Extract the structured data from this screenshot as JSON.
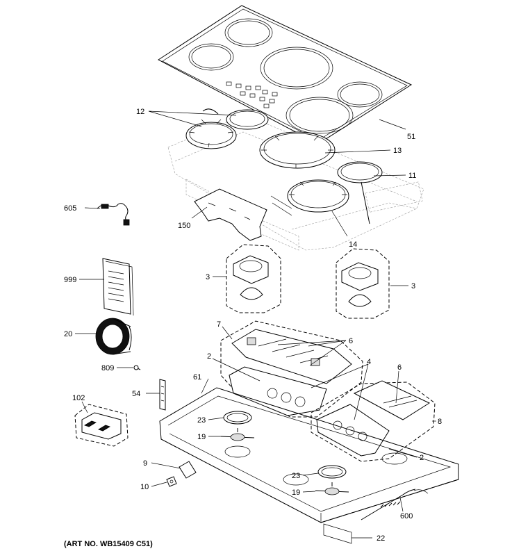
{
  "art_number": "(ART NO. WB15409 C51)",
  "callouts": {
    "c12": "12",
    "c51": "51",
    "c13": "13",
    "c11": "11",
    "c14": "14",
    "c605": "605",
    "c150": "150",
    "c3a": "3",
    "c3b": "3",
    "c999": "999",
    "c20": "20",
    "c7": "7",
    "c6a": "6",
    "c6b": "6",
    "c4": "4",
    "c2a": "2",
    "c2b": "2",
    "c809": "809",
    "c61": "61",
    "c54": "54",
    "c102": "102",
    "c23a": "23",
    "c23b": "23",
    "c19a": "19",
    "c19b": "19",
    "c8": "8",
    "c9": "9",
    "c10": "10",
    "c600": "600",
    "c22": "22"
  }
}
